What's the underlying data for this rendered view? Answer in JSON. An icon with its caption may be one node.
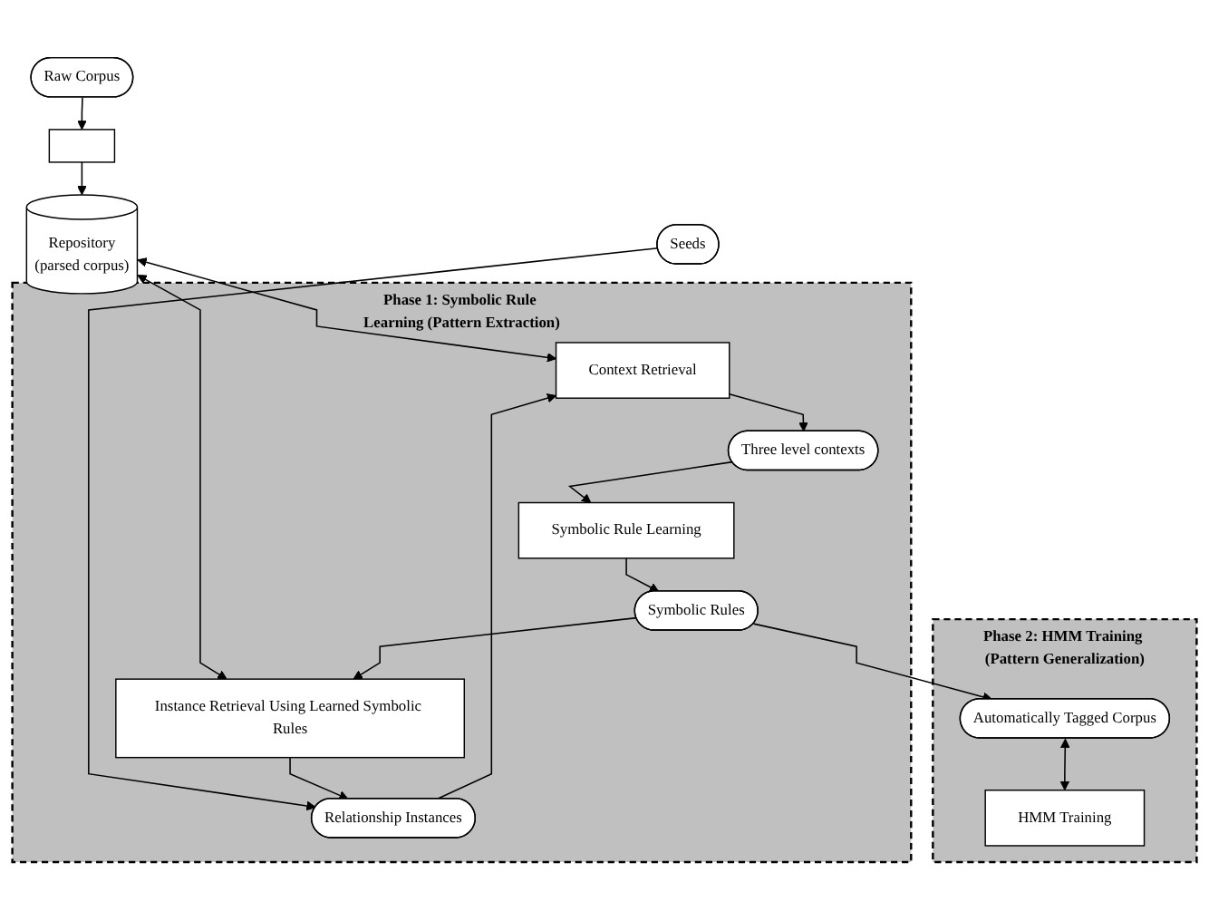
{
  "diagram": {
    "nodes": [
      {
        "text": [
          "Raw Corpus"
        ]
      },
      {
        "text": [],
        "shape": "box"
      },
      {
        "text": [
          "Repository",
          "(parsed corpus)"
        ]
      },
      {
        "text": [
          "Seeds"
        ]
      },
      {
        "text": [
          "Phase 1: Symbolic Rule Learning (Pattern Extraction)"
        ]
      },
      {
        "text": [
          "Relationship Instances"
        ],
        "in": 4
      },
      {
        "text": [
          "Context Retrieval"
        ],
        "in": 4
      },
      {
        "text": [
          "Three level contexts"
        ],
        "in": 4
      },
      {
        "text": [
          "Instance Retrieval Using Learned Symbolic Rules"
        ],
        "in": 4
      },
      {
        "text": [
          "Symbolic Rule Learning"
        ],
        "in": 4
      },
      {
        "text": [
          "Symbolic Rules"
        ],
        "in": 4
      },
      {
        "text": [
          "Phase 2: HMM Training (Pattern Generalization)"
        ]
      },
      {
        "text": [
          "Automatically Tagged Corpus"
        ],
        "in": 11
      },
      {
        "text": [
          "HMM Training"
        ],
        "in": 11
      }
    ],
    "edges": [
      {
        "from": 0,
        "to": 1,
        "arrow": "to"
      },
      {
        "from": 1,
        "to": 2,
        "arrow": "to"
      },
      {
        "from": 3,
        "to": 5,
        "arrow": "to"
      },
      {
        "from": 5,
        "to": 6,
        "arrow": "to"
      },
      {
        "from": 2,
        "to": 6,
        "arrow": "both"
      },
      {
        "from": 6,
        "to": 7,
        "arrow": "to"
      },
      {
        "from": 2,
        "to": 8,
        "arrow": "both"
      },
      {
        "from": 7,
        "to": 9,
        "arrow": "to"
      },
      {
        "from": 9,
        "to": 10,
        "arrow": "to"
      },
      {
        "from": 10,
        "to": 8,
        "arrow": "to"
      },
      {
        "from": 8,
        "to": 5,
        "arrow": "to"
      },
      {
        "from": 10,
        "to": 12,
        "arrow": "to"
      },
      {
        "from": 12,
        "to": 13,
        "arrow": "both"
      }
    ]
  }
}
